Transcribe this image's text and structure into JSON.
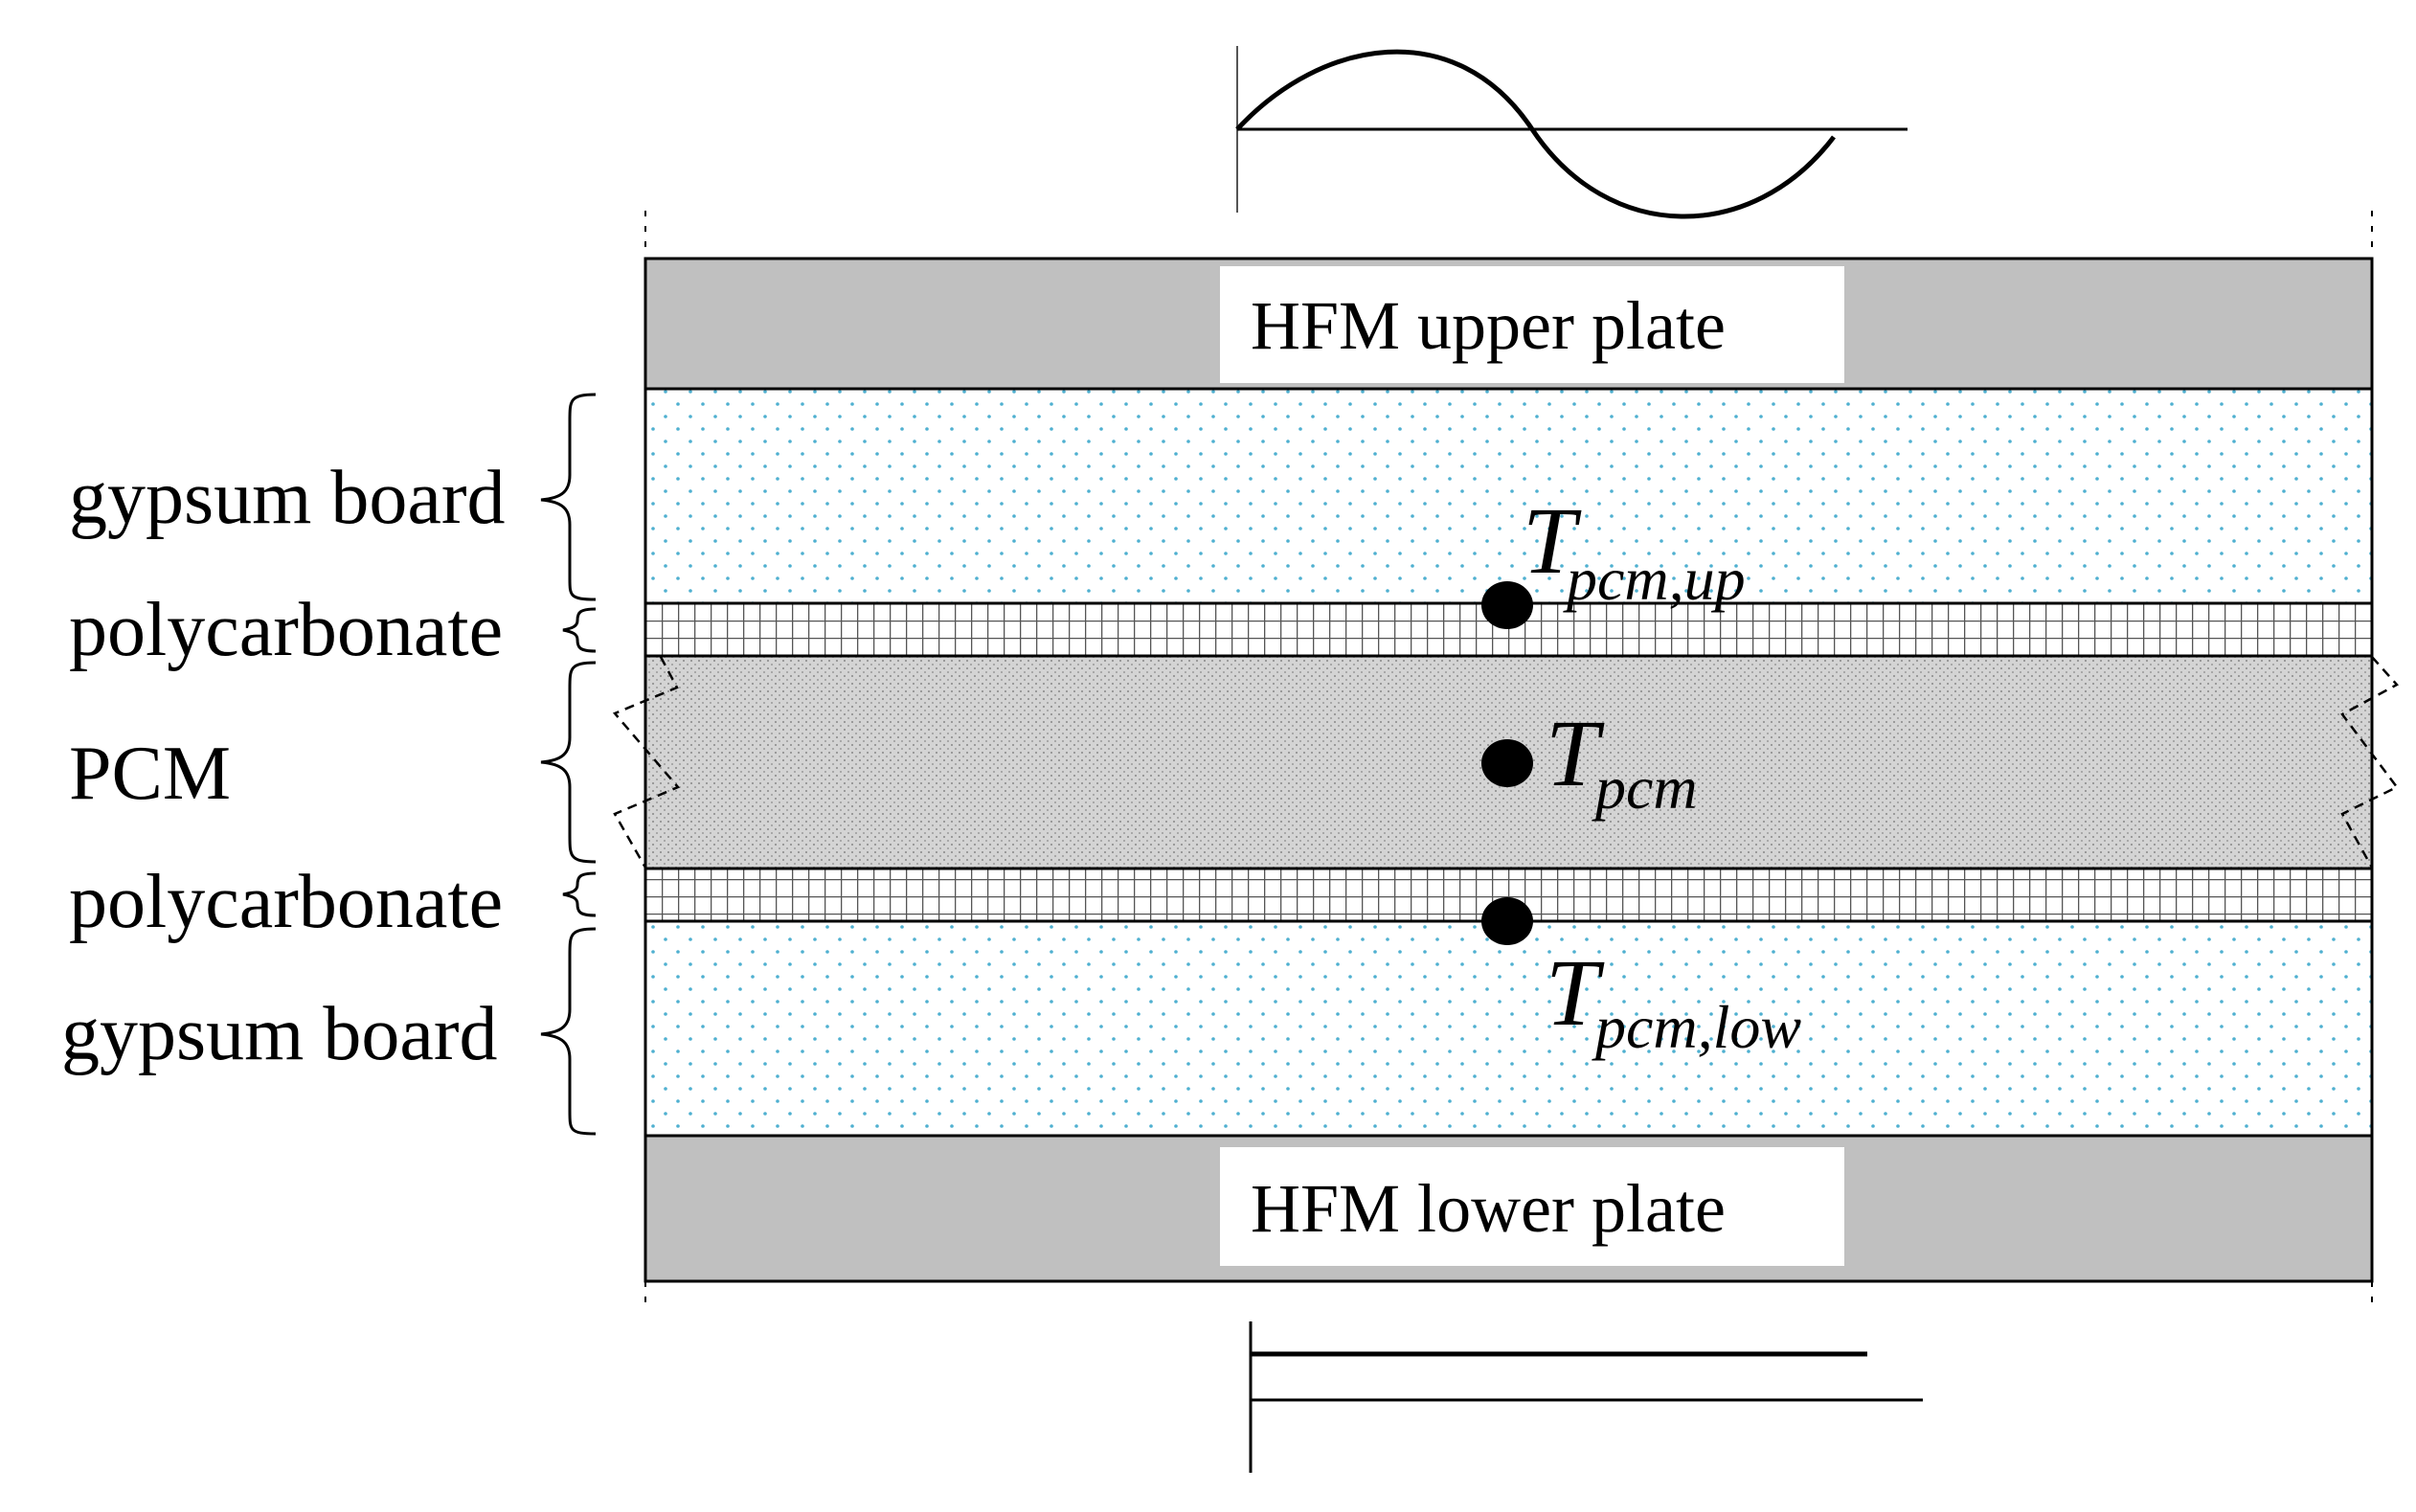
{
  "plates": {
    "upper": "HFM upper plate",
    "lower": "HFM lower plate"
  },
  "layers": [
    {
      "id": "gypsum-top",
      "label": "gypsum board"
    },
    {
      "id": "polycarbonate-top",
      "label": "polycarbonate"
    },
    {
      "id": "pcm",
      "label": "PCM"
    },
    {
      "id": "polycarbonate-bottom",
      "label": "polycarbonate"
    },
    {
      "id": "gypsum-bottom",
      "label": "gypsum board"
    }
  ],
  "sensors": {
    "upper": {
      "symbol": "T",
      "subscript": "pcm,up"
    },
    "middle": {
      "symbol": "T",
      "subscript": "pcm"
    },
    "lower": {
      "symbol": "T",
      "subscript": "pcm,low"
    }
  },
  "colors": {
    "plate_fill": "#c0c0c0",
    "gypsum_dots": "#4fb0d0",
    "pcm_fill": "#d4d4d4",
    "grid_line": "#555555"
  },
  "icons": {
    "upper_signal": "sine-wave-icon",
    "lower_signal": "constant-line-icon"
  }
}
